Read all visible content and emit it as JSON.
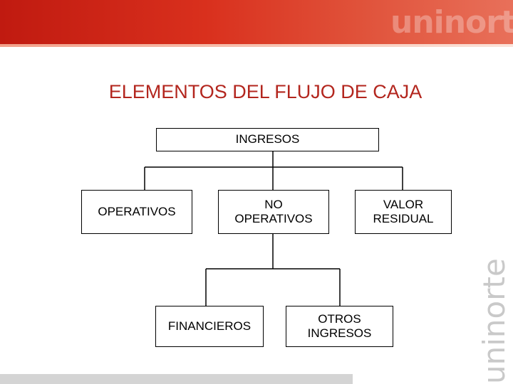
{
  "header": {
    "logo_text": "uninorte",
    "brand_color": "#c8281c"
  },
  "side_watermark": {
    "logo_text": "uninorte"
  },
  "title": "ELEMENTOS DEL FLUJO DE CAJA",
  "diagram": {
    "root": "INGRESOS",
    "children": [
      "OPERATIVOS",
      "NO\nOPERATIVOS",
      "VALOR\nRESIDUAL"
    ],
    "grandchildren": [
      "FINANCIEROS",
      "OTROS\nINGRESOS"
    ]
  }
}
